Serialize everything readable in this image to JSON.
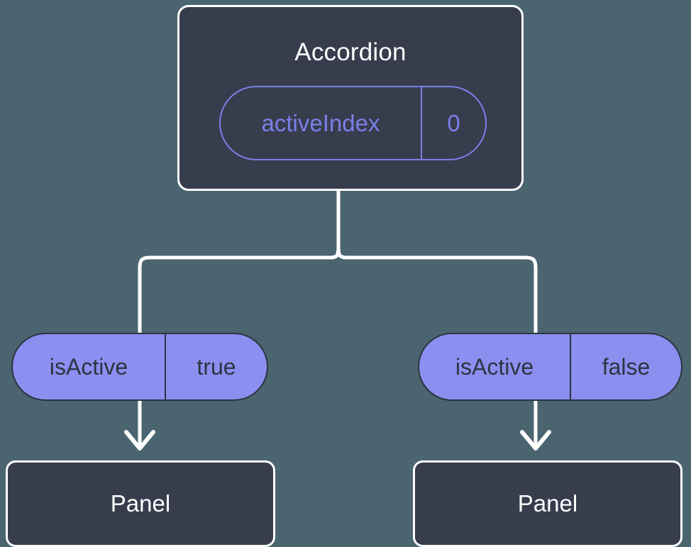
{
  "diagram": {
    "title_node": {
      "label": "Accordion",
      "prop": {
        "key": "activeIndex",
        "value": "0"
      }
    },
    "branches": [
      {
        "pill": {
          "key": "isActive",
          "value": "true"
        },
        "child": {
          "label": "Panel"
        }
      },
      {
        "pill": {
          "key": "isActive",
          "value": "false"
        },
        "child": {
          "label": "Panel"
        }
      }
    ],
    "colors": {
      "background": "#4b6570",
      "node_fill": "#373d4d",
      "node_border": "#ffffff",
      "accent_purple": "#8b8ff0",
      "accent_purple_outline": "#7b7fe8",
      "pill_border": "#2c3440",
      "text_light": "#ffffff",
      "text_dark": "#2c3440"
    }
  }
}
